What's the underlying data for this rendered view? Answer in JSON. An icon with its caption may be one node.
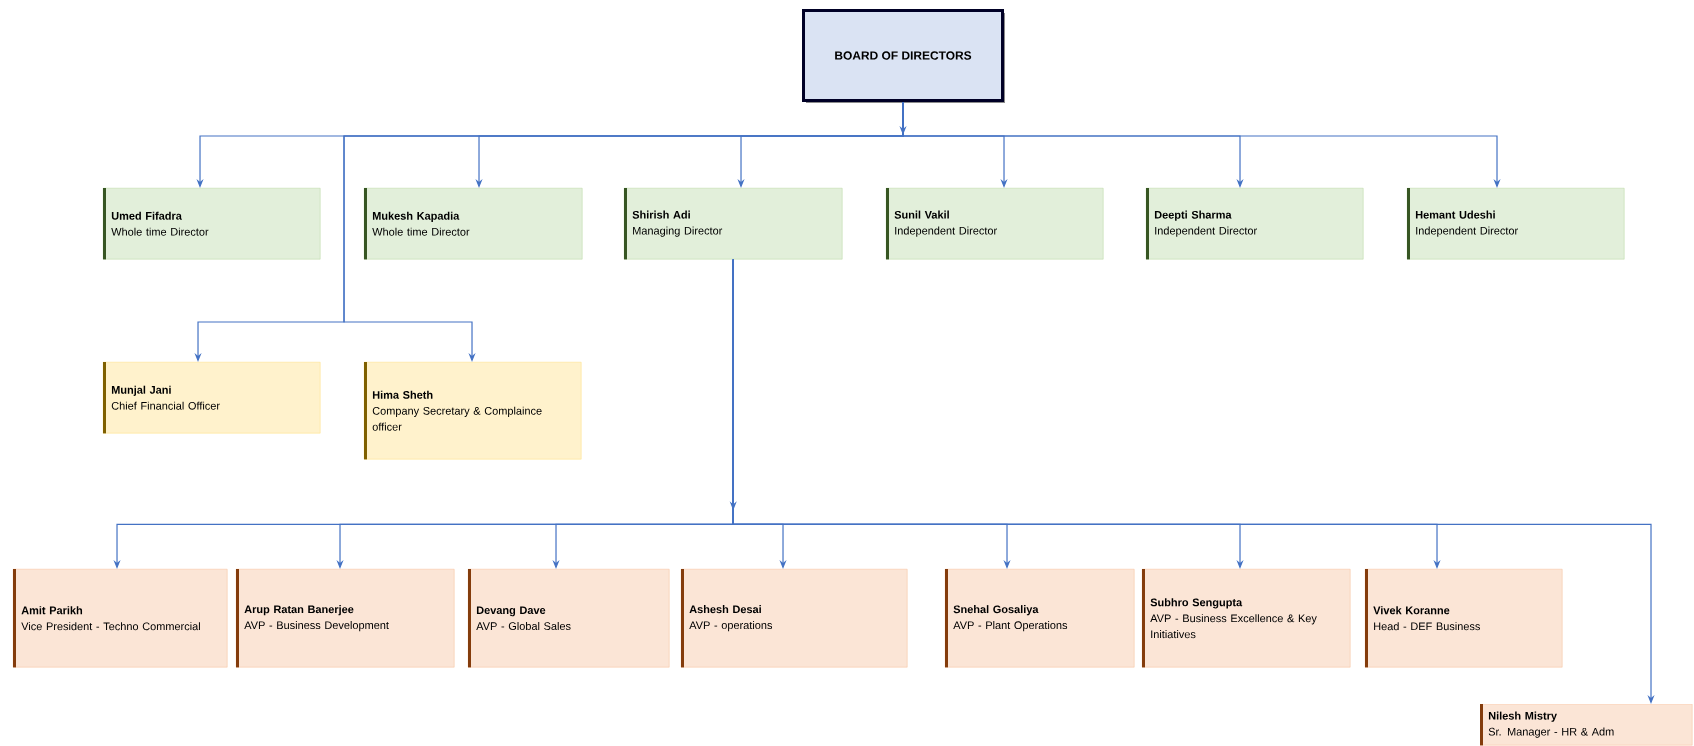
{
  "diagram": {
    "nodes": [
      {
        "text": [
          "BOARD OF DIRECTORS"
        ]
      },
      {
        "text": [
          "Umed Fifadra",
          "Whole time Director"
        ]
      },
      {
        "text": [
          "Mukesh Kapadia",
          "Whole time Director"
        ]
      },
      {
        "text": [
          "Shirish Adi",
          "Managing Director"
        ]
      },
      {
        "text": [
          "Sunil Vakil",
          "Independent Director"
        ]
      },
      {
        "text": [
          "Deepti Sharma",
          "Independent Director"
        ]
      },
      {
        "text": [
          "Hemant Udeshi",
          "Independent Director"
        ]
      },
      {
        "text": [
          "Munjal Jani",
          "Chief Financial Officer"
        ]
      },
      {
        "text": [
          "Hima Sheth",
          "Company Secretary & Complaince officer"
        ]
      },
      {
        "text": [
          "Amit Parikh",
          "Vice President - Techno Commercial"
        ]
      },
      {
        "text": [
          "Arup Ratan Banerjee",
          "AVP - Business Development"
        ]
      },
      {
        "text": [
          "Devang Dave",
          "AVP - Global Sales"
        ]
      },
      {
        "text": [
          "Ashesh Desai",
          "AVP - operations"
        ]
      },
      {
        "text": [
          "Snehal Gosaliya",
          "AVP - Plant Operations"
        ]
      },
      {
        "text": [
          "Subhro Sengupta",
          "AVP - Business Excellence & Key Initiatives"
        ]
      },
      {
        "text": [
          "Vivek Koranne",
          "Head - DEF Business"
        ]
      },
      {
        "text": [
          "Nilesh Mistry",
          "Sr. Manager - HR & Adm"
        ]
      }
    ],
    "edges": [
      {
        "from": 0,
        "to": 1,
        "arrow": "to"
      },
      {
        "from": 0,
        "to": 2,
        "arrow": "to"
      },
      {
        "from": 0,
        "to": 3,
        "arrow": "to"
      },
      {
        "from": 0,
        "to": 4,
        "arrow": "to"
      },
      {
        "from": 0,
        "to": 5,
        "arrow": "to"
      },
      {
        "from": 0,
        "to": 6,
        "arrow": "to"
      },
      {
        "from": 0,
        "to": 7,
        "arrow": "to"
      },
      {
        "from": 0,
        "to": 8,
        "arrow": "to"
      },
      {
        "from": 3,
        "to": 9,
        "arrow": "to"
      },
      {
        "from": 3,
        "to": 10,
        "arrow": "to"
      },
      {
        "from": 3,
        "to": 11,
        "arrow": "to"
      },
      {
        "from": 3,
        "to": 12,
        "arrow": "to"
      },
      {
        "from": 3,
        "to": 13,
        "arrow": "to"
      },
      {
        "from": 3,
        "to": 14,
        "arrow": "to"
      },
      {
        "from": 3,
        "to": 15,
        "arrow": "to"
      },
      {
        "from": 3,
        "to": 16,
        "arrow": "to"
      }
    ]
  }
}
